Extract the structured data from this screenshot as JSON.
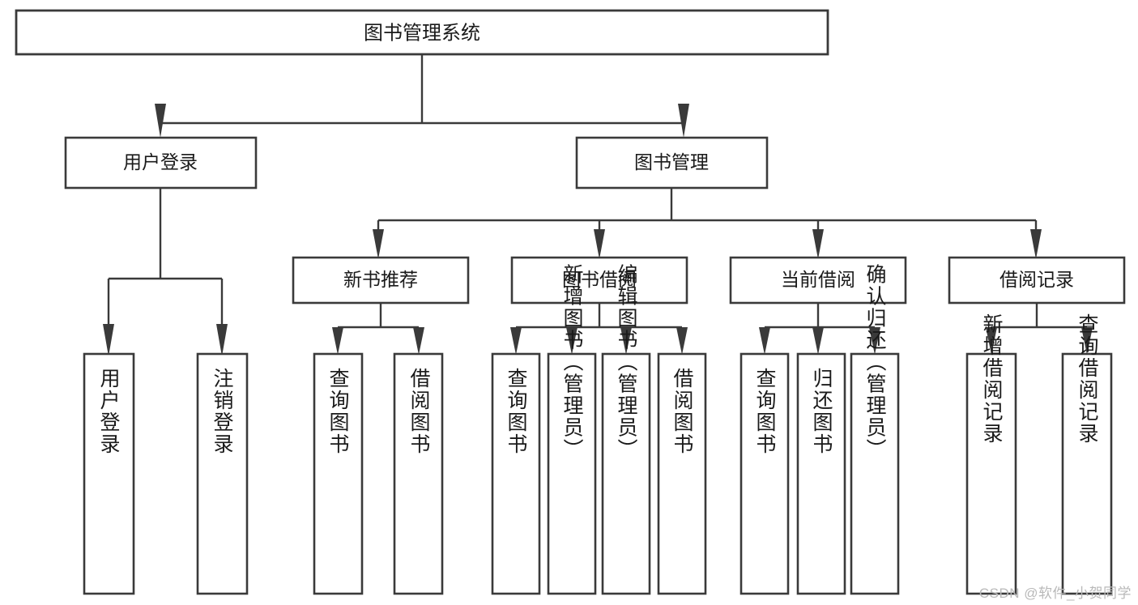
{
  "diagram": {
    "type": "hierarchy-tree",
    "title": "图书管理系统",
    "watermark": "CSDN @软件_小贺同学",
    "colors": {
      "stroke": "#3a3a3a",
      "fill": "#ffffff",
      "text": "#1a1a1a",
      "watermark": "#b9b9b9"
    },
    "levels": {
      "root": {
        "label": "图书管理系统"
      },
      "level2": [
        {
          "label": "用户登录"
        },
        {
          "label": "图书管理"
        }
      ],
      "level3": [
        {
          "label": "新书推荐"
        },
        {
          "label": "图书借阅"
        },
        {
          "label": "当前借阅"
        },
        {
          "label": "借阅记录"
        }
      ],
      "leaves": [
        {
          "label": "用户登录",
          "parent": "用户登录"
        },
        {
          "label": "注销登录",
          "parent": "用户登录"
        },
        {
          "label": "查询图书",
          "parent": "新书推荐"
        },
        {
          "label": "借阅图书",
          "parent": "新书推荐"
        },
        {
          "label": "查询图书",
          "parent": "图书借阅"
        },
        {
          "label": "新增图书（管理员）",
          "parent": "图书借阅"
        },
        {
          "label": "编辑图书（管理员）",
          "parent": "图书借阅"
        },
        {
          "label": "借阅图书",
          "parent": "图书借阅"
        },
        {
          "label": "查询图书",
          "parent": "当前借阅"
        },
        {
          "label": "归还图书",
          "parent": "当前借阅"
        },
        {
          "label": "确认归还（管理员）",
          "parent": "当前借阅"
        },
        {
          "label": "新增借阅记录",
          "parent": "借阅记录"
        },
        {
          "label": "查询借阅记录",
          "parent": "借阅记录"
        }
      ]
    }
  }
}
